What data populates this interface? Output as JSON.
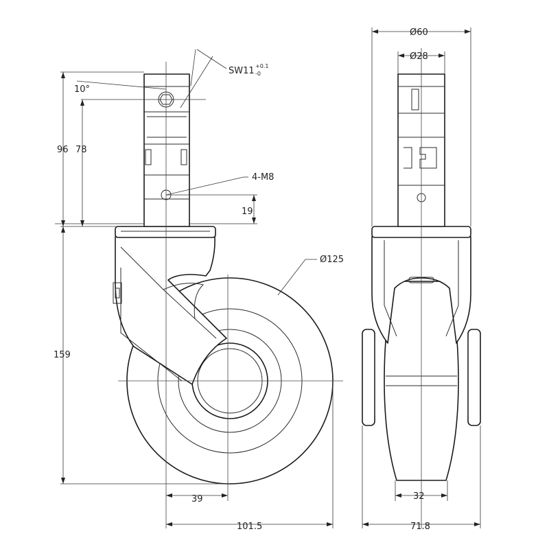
{
  "labels": {
    "sw": "SW11",
    "sw_tol_upper": "+0.1",
    "sw_tol_lower": "-0",
    "angle": "10°",
    "height_total": "96",
    "height_stem": "78",
    "thread": "4-M8",
    "hole_height": "19",
    "wheel_dia": "Ø125",
    "overall_height": "159",
    "offset": "39",
    "overall_length": "101.5",
    "plate_dia": "Ø60",
    "stem_dia": "Ø28",
    "wheel_width": "32",
    "overall_width": "71.8"
  }
}
